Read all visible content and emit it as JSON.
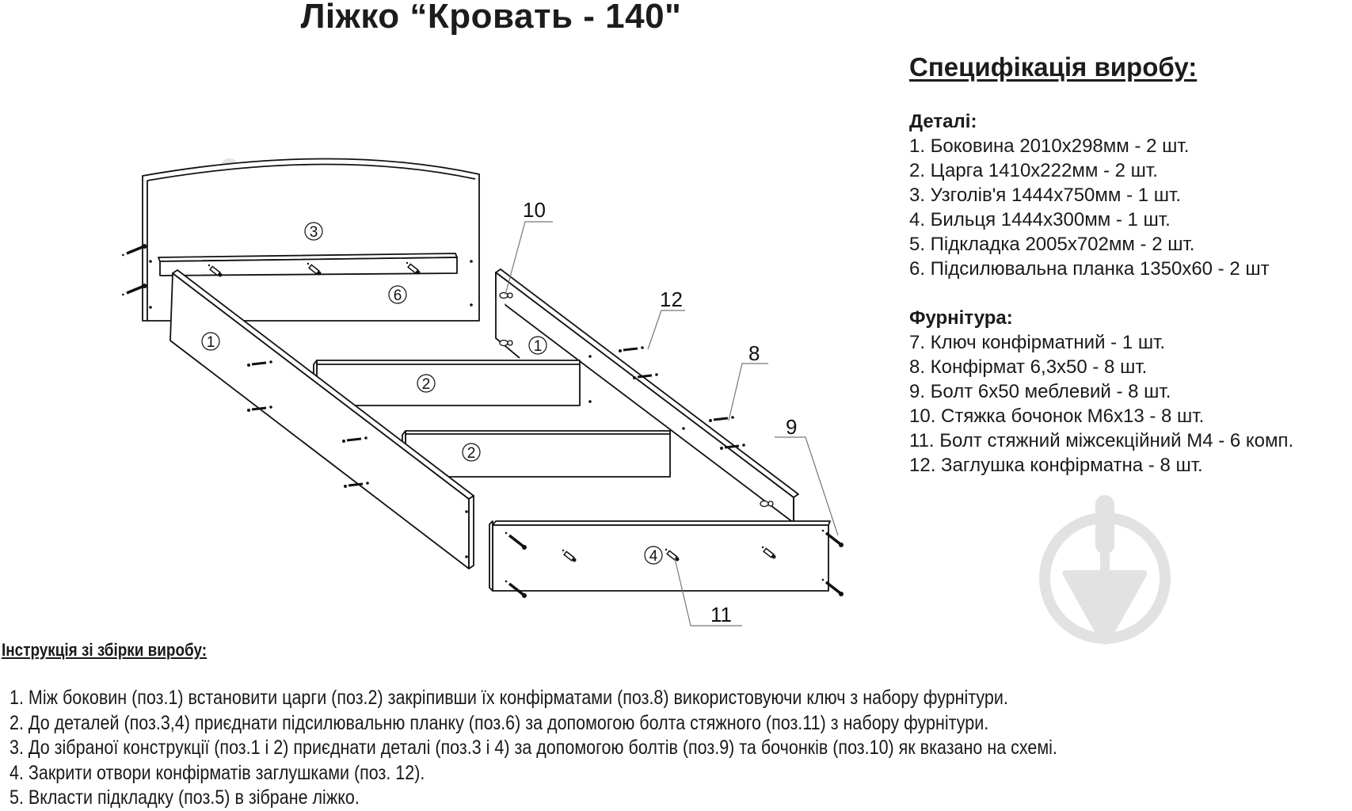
{
  "title": "Ліжко “Кровать - 140\"",
  "specification": {
    "heading": "Специфікація виробу:",
    "details_heading": "Деталі:",
    "details": [
      "1. Боковина 2010x298мм - 2 шт.",
      "2. Царга 1410x222мм - 2 шт.",
      "3. Узголів'я 1444x750мм - 1 шт.",
      "4. Бильця 1444x300мм - 1 шт.",
      "5. Підкладка 2005x702мм - 2 шт.",
      "6. Підсилювальна планка 1350x60 - 2 шт"
    ],
    "hardware_heading": "Фурнітура:",
    "hardware": [
      "7. Ключ конфірматний - 1 шт.",
      "8. Конфірмат 6,3x50 - 8 шт.",
      "9. Болт 6x50 меблевий - 8 шт.",
      "10. Стяжка бочонок М6x13 - 8 шт.",
      "11. Болт стяжний міжсекційний М4 - 6 комп.",
      "12. Заглушка конфірматна - 8 шт."
    ]
  },
  "diagram": {
    "part_labels": {
      "headboard": "3",
      "reinforcement_bar": "6",
      "side_left": "1",
      "side_right": "1",
      "rail_back": "2",
      "rail_front": "2",
      "footboard": "4"
    },
    "callouts": {
      "barrel_nut": "10",
      "cap": "12",
      "confirmat": "8",
      "bolt": "9",
      "tie_bolt": "11"
    },
    "watermark_color": "#e2e2e2"
  },
  "instructions": {
    "heading": "Інструкція зі збірки виробу:",
    "steps": [
      "1. Між боковин (поз.1) встановити царги (поз.2) закріпивши їх конфірматами (поз.8) використовуючи ключ з набору фурнітури.",
      "2. До деталей (поз.3,4) приєднати підсилювальню планку (поз.6) за допомогою болта стяжного (поз.11) з набору фурнітури.",
      "3. До зібраної конструкції (поз.1 і 2) приєднати деталі (поз.3 і 4) за допомогою болтів (поз.9) та бочонків (поз.10) як вказано на схемі.",
      "4. Закрити отвори конфірматів заглушками (поз. 12).",
      "5. Вкласти підкладку (поз.5) в зібране ліжко."
    ]
  }
}
